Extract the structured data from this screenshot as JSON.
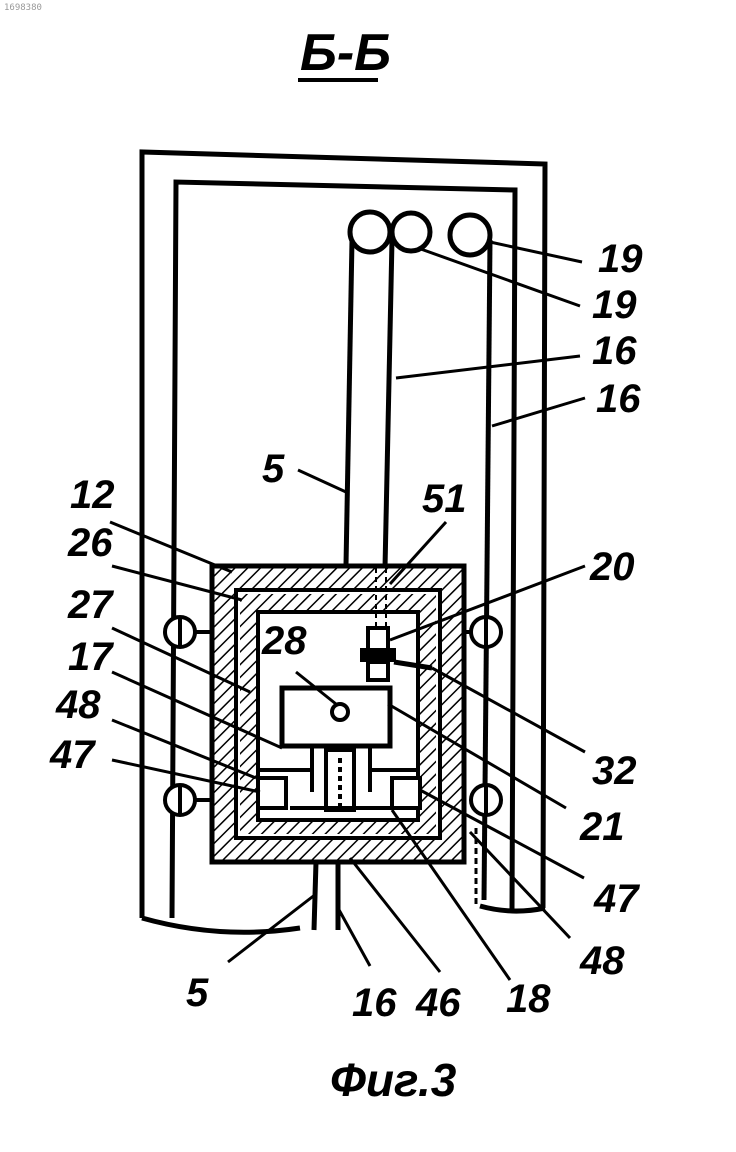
{
  "header": {
    "section_label": "Б-Б",
    "doc_number": "1698380"
  },
  "caption": "Фиг.3",
  "labels": {
    "l19a": "19",
    "l19b": "19",
    "l16a": "16",
    "l16b": "16",
    "l5a": "5",
    "l51": "51",
    "l12": "12",
    "l26": "26",
    "l20": "20",
    "l27": "27",
    "l28": "28",
    "l17": "17",
    "l48a": "48",
    "l47a": "47",
    "l32": "32",
    "l21": "21",
    "l47b": "47",
    "l48b": "48",
    "l5b": "5",
    "l16c": "16",
    "l46": "46",
    "l18": "18"
  },
  "colors": {
    "ink": "#000000",
    "paper": "#ffffff"
  }
}
